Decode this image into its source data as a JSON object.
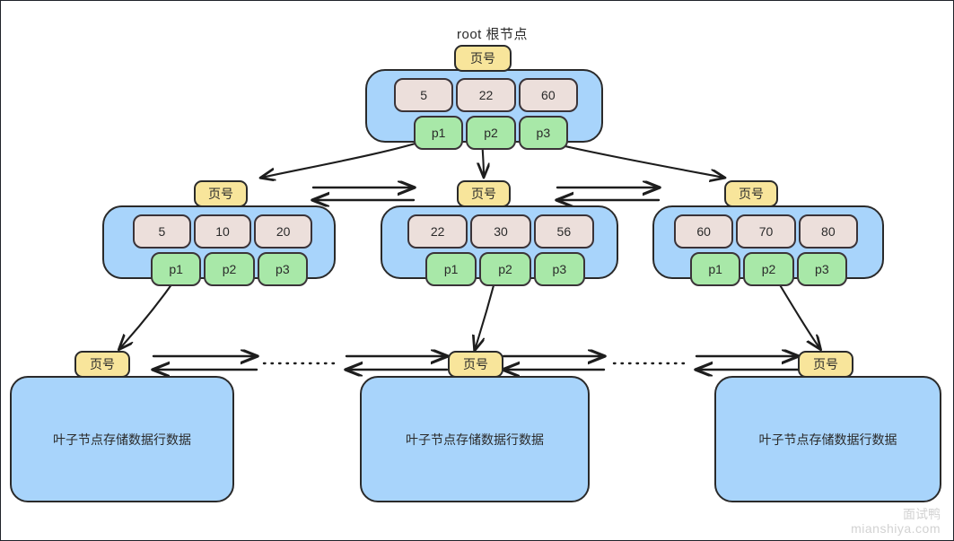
{
  "diagram": {
    "root_title": "root  根节点",
    "page_label": "页号",
    "leaf_text": "叶子节点存储数据行数据"
  },
  "colors": {
    "node_body": "#a8d4fb",
    "key_cell": "#ecdfdb",
    "pointer_cell": "#a8e8a8",
    "page_chip": "#f8e59b",
    "stroke": "#2a2a2a",
    "watermark": "#d2d2d2"
  },
  "root_node": {
    "name": "root",
    "keys": [
      "5",
      "22",
      "60"
    ],
    "pointers": [
      "p1",
      "p2",
      "p3"
    ]
  },
  "internal_nodes": [
    {
      "name": "internal-left",
      "keys": [
        "5",
        "10",
        "20"
      ],
      "pointers": [
        "p1",
        "p2",
        "p3"
      ]
    },
    {
      "name": "internal-middle",
      "keys": [
        "22",
        "30",
        "56"
      ],
      "pointers": [
        "p1",
        "p2",
        "p3"
      ]
    },
    {
      "name": "internal-right",
      "keys": [
        "60",
        "70",
        "80"
      ],
      "pointers": [
        "p1",
        "p2",
        "p3"
      ]
    }
  ],
  "leaf_nodes": [
    {
      "name": "leaf-left",
      "text": "叶子节点存储数据行数据"
    },
    {
      "name": "leaf-middle",
      "text": "叶子节点存储数据行数据"
    },
    {
      "name": "leaf-right",
      "text": "叶子节点存储数据行数据"
    }
  ],
  "watermark": {
    "brand": "面试鸭",
    "url": "mianshiya.com"
  }
}
